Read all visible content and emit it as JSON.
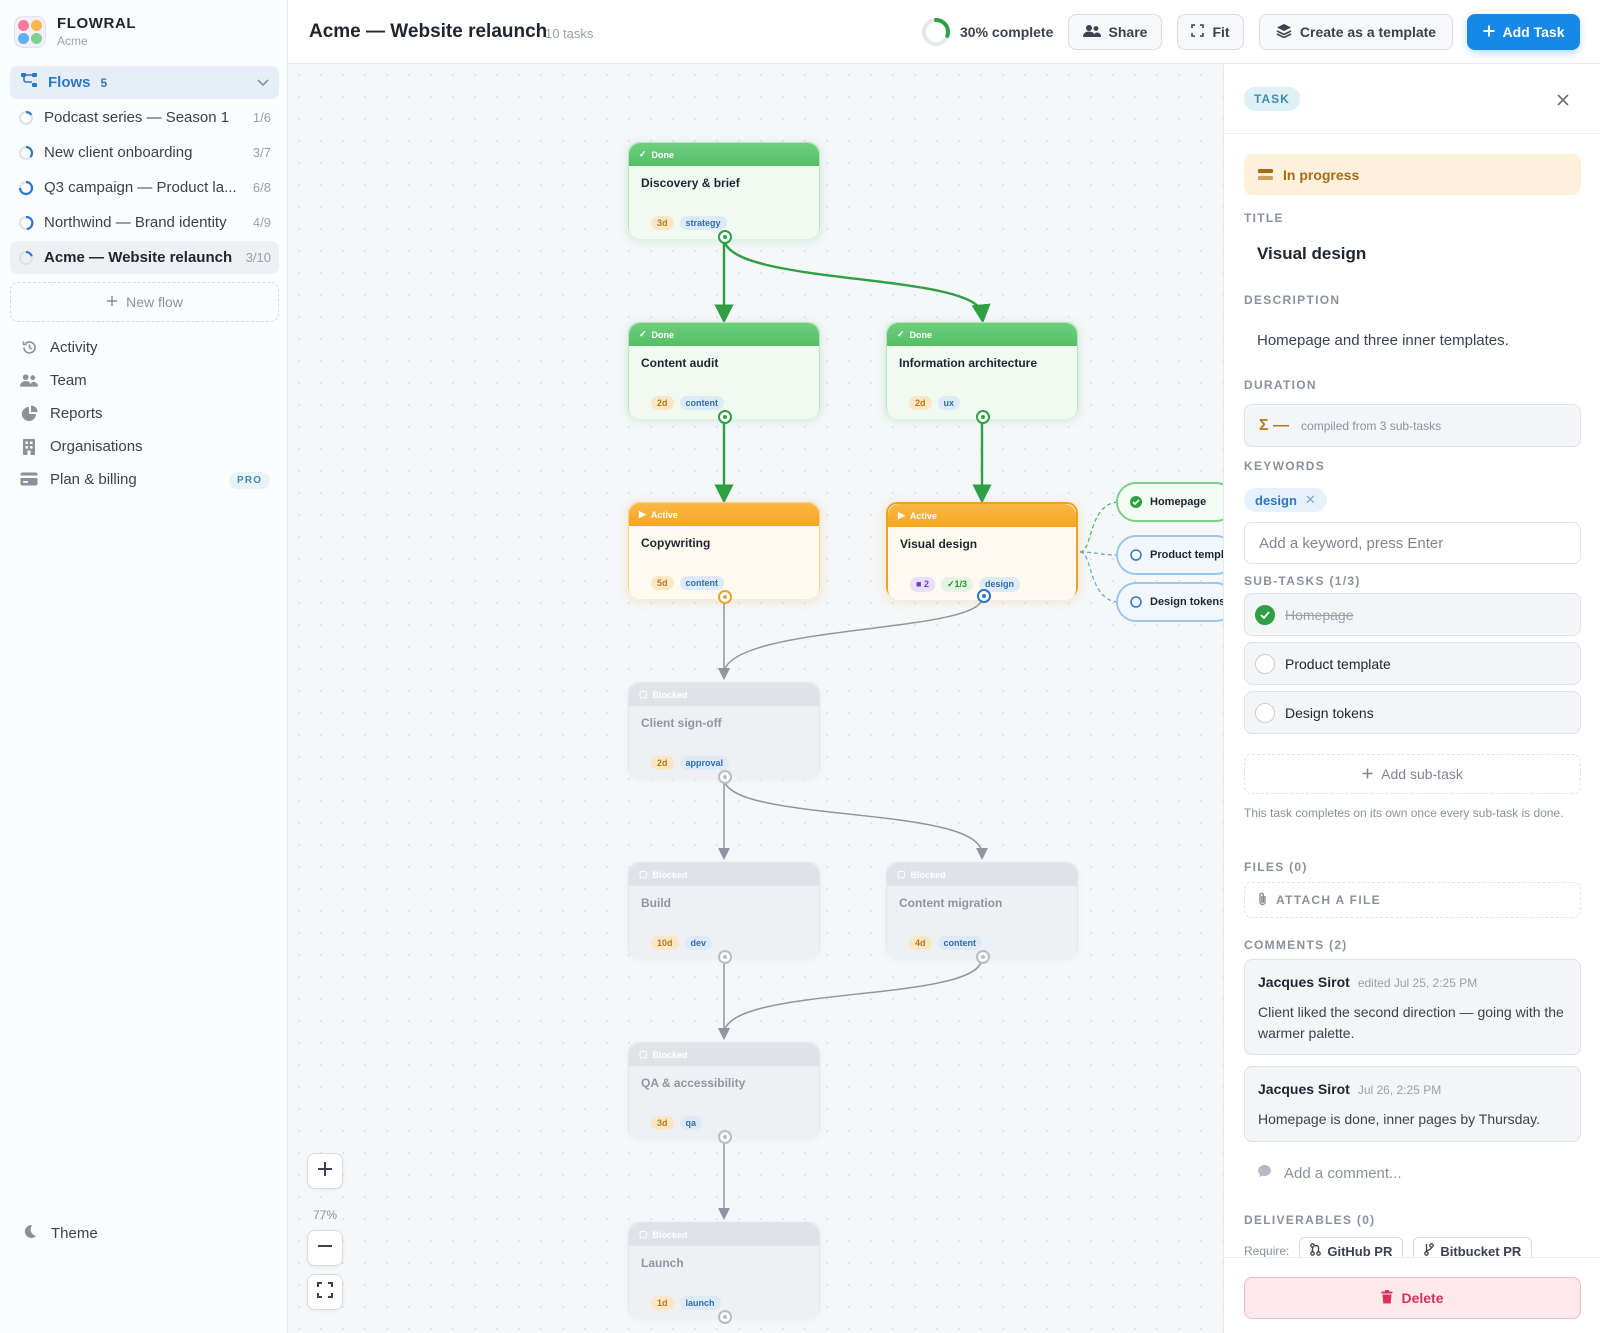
{
  "brand": {
    "name": "FLOWRAL",
    "org": "Acme"
  },
  "sidebar": {
    "flows_label": "Flows",
    "flows_count": "5",
    "flows": [
      {
        "name": "Podcast series — Season 1",
        "progress": "1/6"
      },
      {
        "name": "New client onboarding",
        "progress": "3/7"
      },
      {
        "name": "Q3 campaign — Product la...",
        "progress": "6/8"
      },
      {
        "name": "Northwind — Brand identity",
        "progress": "4/9"
      },
      {
        "name": "Acme — Website relaunch",
        "progress": "3/10"
      }
    ],
    "new_flow": "New flow",
    "nav": [
      {
        "label": "Activity",
        "icon": "history-icon"
      },
      {
        "label": "Team",
        "icon": "team-icon"
      },
      {
        "label": "Reports",
        "icon": "pie-chart-icon"
      },
      {
        "label": "Organisations",
        "icon": "building-icon"
      },
      {
        "label": "Plan & billing",
        "icon": "credit-card-icon"
      }
    ],
    "pro_badge": "PRO",
    "theme": "Theme"
  },
  "header": {
    "title": "Acme — Website relaunch",
    "task_count": "10 tasks",
    "progress_label": "30% complete",
    "progress_fraction": 0.3,
    "share": "Share",
    "fit": "Fit",
    "template": "Create as a template",
    "add_task": "Add Task"
  },
  "canvas": {
    "zoom": "77%",
    "nodes": [
      {
        "status": "Done",
        "title": "Discovery & brief",
        "duration": "3d",
        "tag": "strategy"
      },
      {
        "status": "Done",
        "title": "Content audit",
        "duration": "2d",
        "tag": "content"
      },
      {
        "status": "Done",
        "title": "Information architecture",
        "duration": "2d",
        "tag": "ux"
      },
      {
        "status": "Active",
        "title": "Copywriting",
        "duration": "5d",
        "tag": "content"
      },
      {
        "status": "Active",
        "title": "Visual design",
        "comments": "2",
        "subtasks": "1/3",
        "tag": "design"
      },
      {
        "status": "Blocked",
        "title": "Client sign-off",
        "duration": "2d",
        "tag": "approval"
      },
      {
        "status": "Blocked",
        "title": "Build",
        "duration": "10d",
        "tag": "dev"
      },
      {
        "status": "Blocked",
        "title": "Content migration",
        "duration": "4d",
        "tag": "content"
      },
      {
        "status": "Blocked",
        "title": "QA & accessibility",
        "duration": "3d",
        "tag": "qa"
      },
      {
        "status": "Blocked",
        "title": "Launch",
        "duration": "1d",
        "tag": "launch"
      }
    ],
    "subtask_nodes": [
      "Homepage",
      "Product templat",
      "Design tokens"
    ]
  },
  "panel": {
    "tag": "TASK",
    "status": "In progress",
    "title_label": "TITLE",
    "title": "Visual design",
    "description_label": "DESCRIPTION",
    "description": "Homepage and three inner templates.",
    "duration_label": "DURATION",
    "duration_symbol": "Σ —",
    "duration_note": "compiled from 3 sub-tasks",
    "keywords_label": "KEYWORDS",
    "keyword": "design",
    "keyword_placeholder": "Add a keyword, press Enter",
    "subtasks_label": "SUB-TASKS (1/3)",
    "subtasks": [
      {
        "label": "Homepage",
        "done": true
      },
      {
        "label": "Product template",
        "done": false
      },
      {
        "label": "Design tokens",
        "done": false
      }
    ],
    "add_subtask": "Add sub-task",
    "subtask_hint": "This task completes on its own once every sub-task is done.",
    "files_label": "FILES (0)",
    "attach": "ATTACH A FILE",
    "comments_label": "COMMENTS (2)",
    "comments": [
      {
        "author": "Jacques Sirot",
        "meta": "edited Jul 25, 2:25 PM",
        "text": "Client liked the second direction — going with the warmer palette."
      },
      {
        "author": "Jacques Sirot",
        "meta": "Jul 26, 2:25 PM",
        "text": "Homepage is done, inner pages by Thursday."
      }
    ],
    "add_comment": "Add a comment...",
    "deliverables_label": "DELIVERABLES (0)",
    "require_label": "Require:",
    "require_options": [
      "GitHub PR",
      "Bitbucket PR"
    ],
    "delete": "Delete"
  },
  "colors": {
    "accent": "#1888e6",
    "done": "#2ea043",
    "active": "#f5a523",
    "blocked": "#b7bcc4",
    "danger": "#d6335a"
  }
}
